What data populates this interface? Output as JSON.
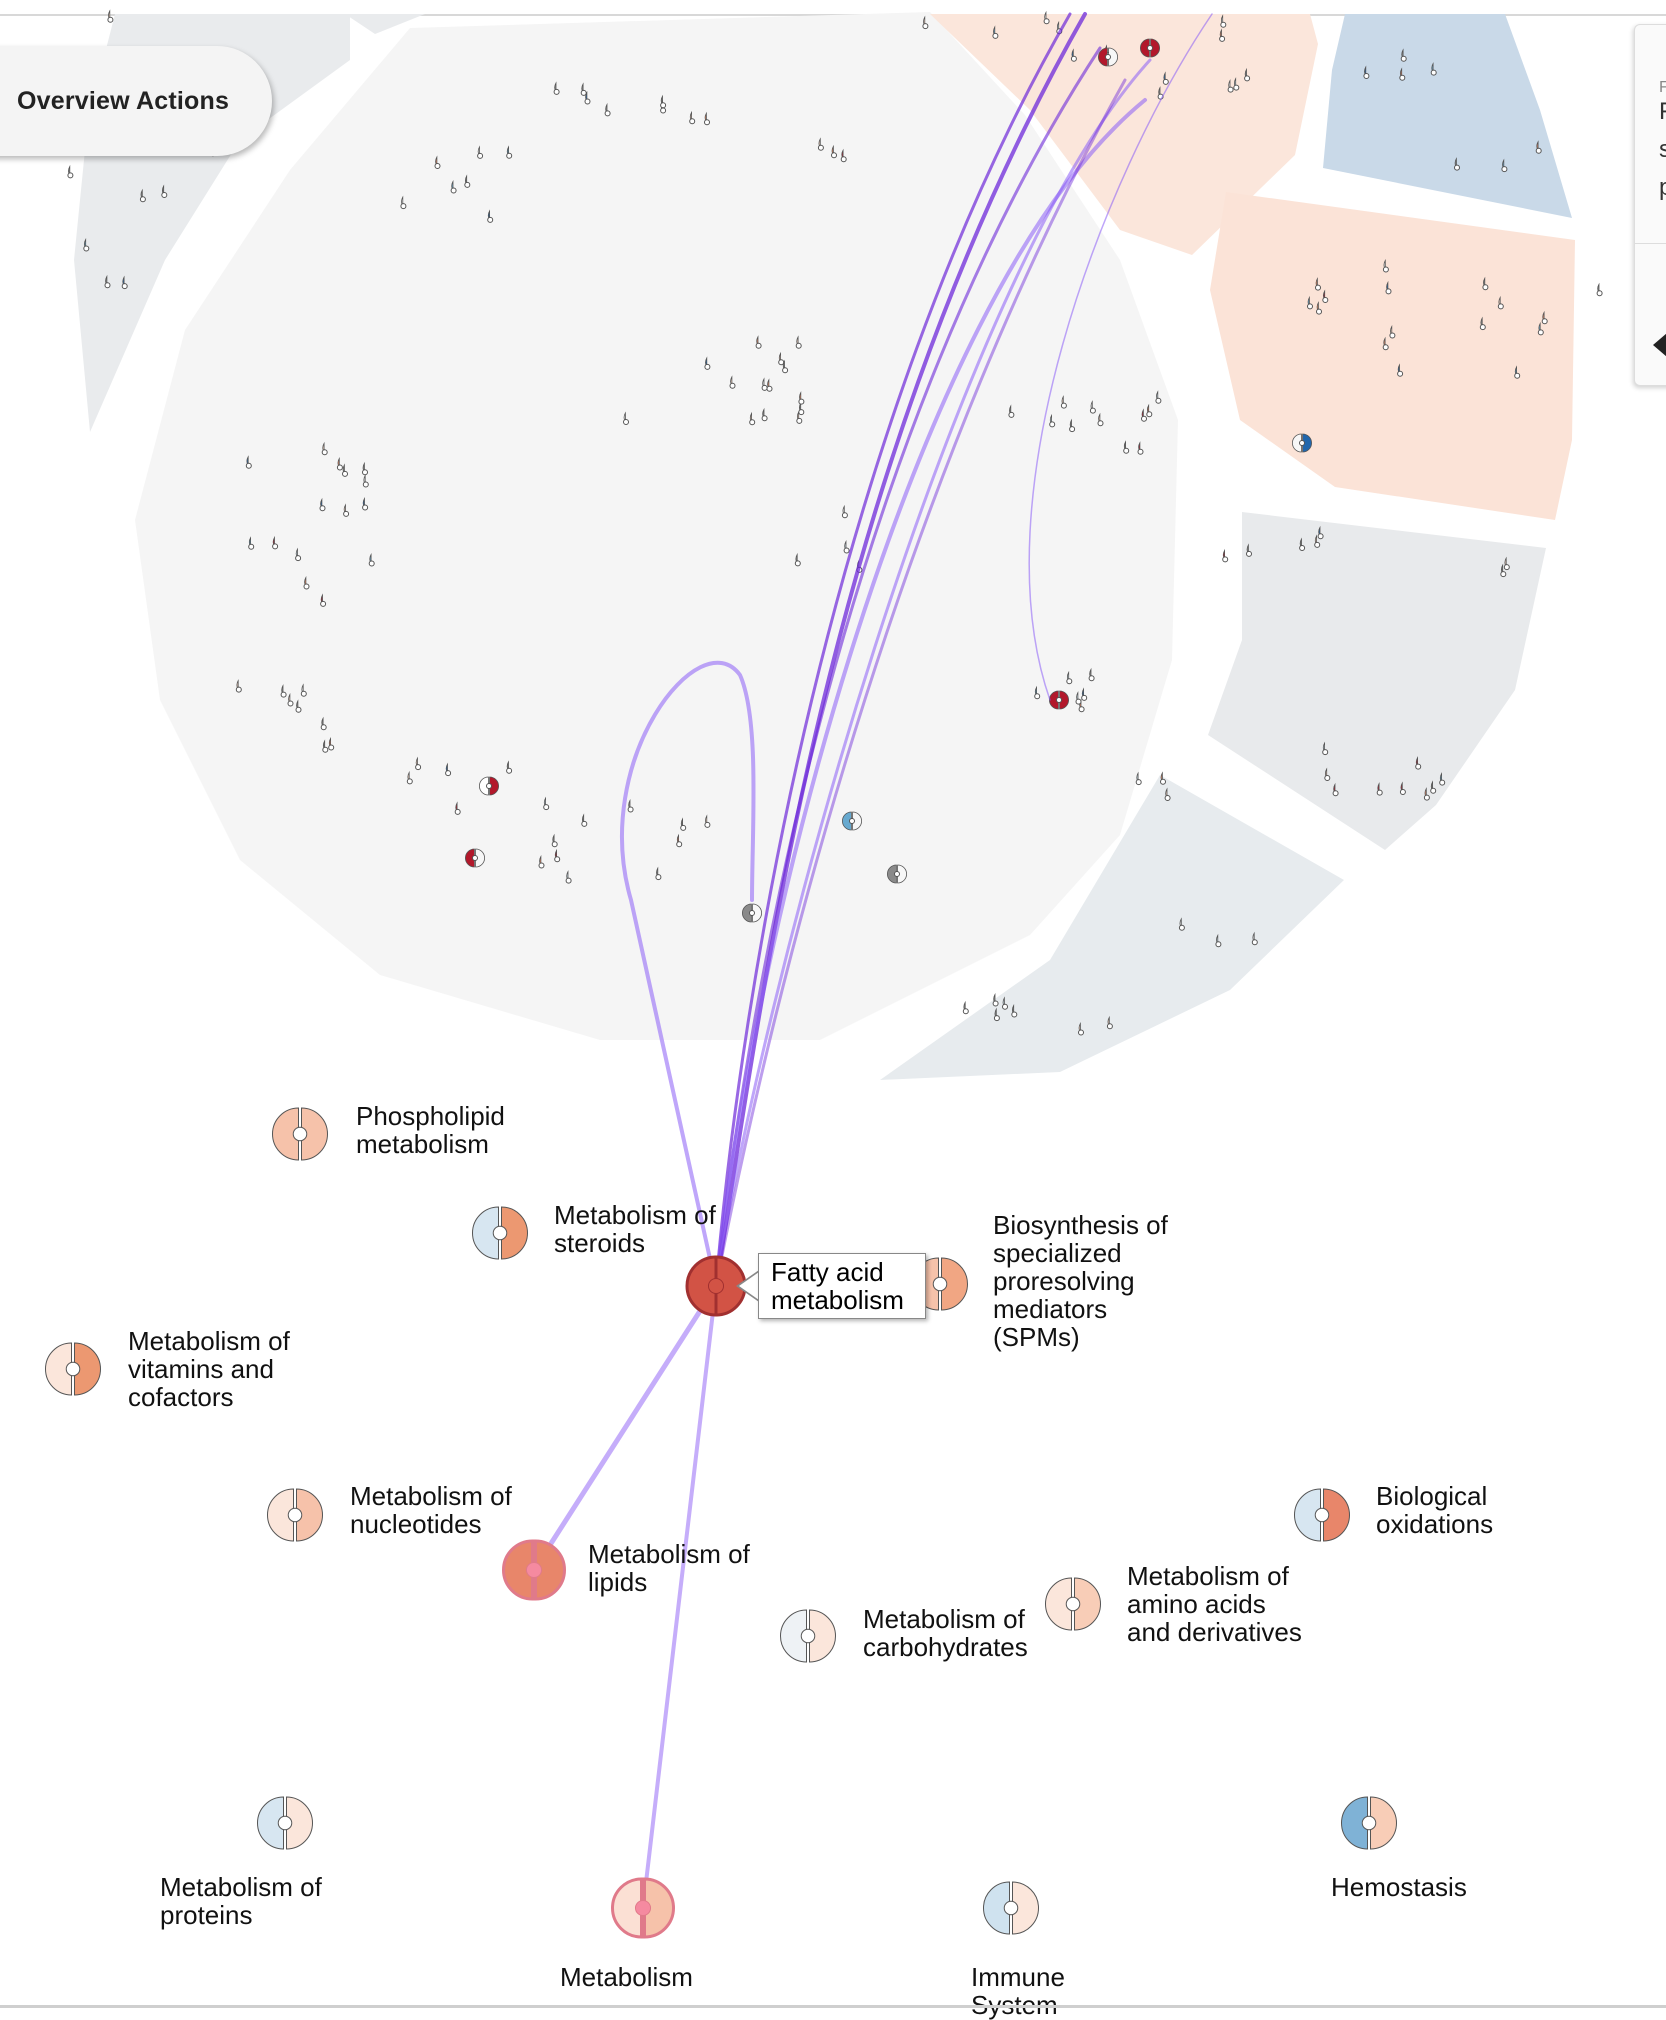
{
  "toolbar": {
    "overview_actions_label": "Overview Actions"
  },
  "side_panel": {
    "visible_letters": [
      "F",
      "F",
      "s",
      "p"
    ]
  },
  "colors": {
    "region_neutral": "#f3f3f3",
    "region_grey": "#e6e8ea",
    "region_peach": "#fbe3d7",
    "region_blue": "#c9d9e8",
    "edge": "#8b5cf6",
    "edge_focus": "#6d28d9",
    "up_strong": "#b2182b",
    "up": "#ef8a62",
    "up_light": "#fddbc7",
    "neutral": "#f7f7f7",
    "down_light": "#d1e5f0",
    "down": "#67a9cf",
    "down_strong": "#2166ac",
    "na": "#8a8a8a"
  },
  "pathways": [
    {
      "id": "phospholipid",
      "label_lines": [
        "Phospholipid",
        "metabolism"
      ],
      "left": "#f6c2aa",
      "right": "#f6c2aa"
    },
    {
      "id": "steroids",
      "label_lines": [
        "Metabolism of",
        "steroids"
      ],
      "left": "#d7e6f1",
      "right": "#ec9871"
    },
    {
      "id": "fatty-acid",
      "label_lines": [
        "Fatty acid",
        "metabolism"
      ],
      "left": "#d25345",
      "right": "#d25345",
      "focused": true
    },
    {
      "id": "spm",
      "label_lines": [
        "Biosynthesis of",
        "specialized",
        "proresolving",
        "mediators",
        "(SPMs)"
      ],
      "left": "#f6c2aa",
      "right": "#f1a683"
    },
    {
      "id": "vitamins",
      "label_lines": [
        "Metabolism of",
        "vitamins and",
        "cofactors"
      ],
      "left": "#fbe6db",
      "right": "#ec9871"
    },
    {
      "id": "nucleotides",
      "label_lines": [
        "Metabolism of",
        "nucleotides"
      ],
      "left": "#fbe6db",
      "right": "#f6c2aa"
    },
    {
      "id": "lipids",
      "label_lines": [
        "Metabolism of",
        "lipids"
      ],
      "left": "#e8866a",
      "right": "#e8866a"
    },
    {
      "id": "carbohydrates",
      "label_lines": [
        "Metabolism of",
        "carbohydrates"
      ],
      "left": "#eef2f5",
      "right": "#fbe6db"
    },
    {
      "id": "amino-acids",
      "label_lines": [
        "Metabolism of",
        "amino acids",
        "and derivatives"
      ],
      "left": "#fbe6db",
      "right": "#f8cdb7"
    },
    {
      "id": "biological-oxidations",
      "label_lines": [
        "Biological",
        "oxidations"
      ],
      "left": "#d7e6f1",
      "right": "#e8866a"
    },
    {
      "id": "proteins",
      "label_lines": [
        "Metabolism of",
        "proteins"
      ],
      "left": "#d7e6f1",
      "right": "#fbe6db"
    },
    {
      "id": "metabolism",
      "label_lines": [
        "Metabolism"
      ],
      "left": "#fbe0d4",
      "right": "#f6c2aa"
    },
    {
      "id": "immune",
      "label_lines": [
        "Immune",
        "System"
      ],
      "left": "#cfe2ef",
      "right": "#fbe6db"
    },
    {
      "id": "hemostasis",
      "label_lines": [
        "Hemostasis"
      ],
      "left": "#7fb2d6",
      "right": "#f8cdb7"
    }
  ],
  "tooltip": {
    "lines": [
      "Fatty acid",
      "metabolism"
    ]
  }
}
